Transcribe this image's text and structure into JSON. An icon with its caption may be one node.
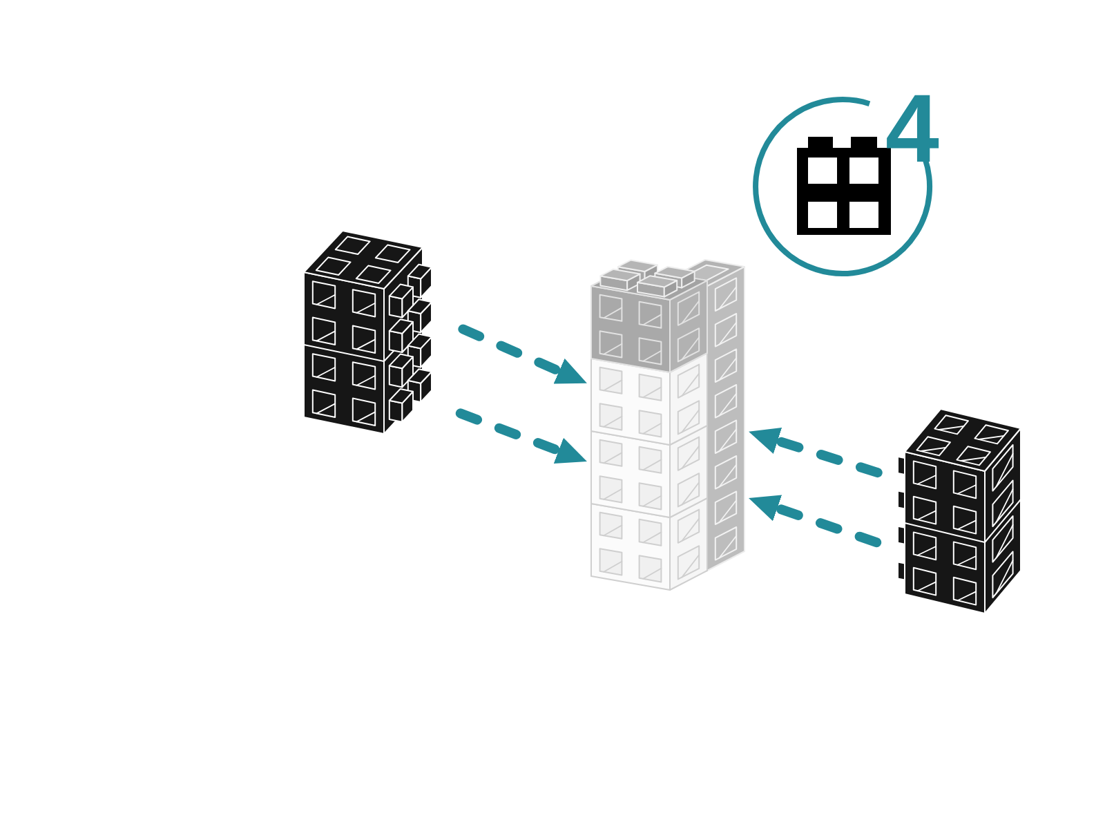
{
  "diagram": {
    "nodes": [
      {
        "text": [],
        "shape": "picture"
      },
      {
        "text": [],
        "shape": "picture"
      },
      {
        "text": [],
        "shape": "picture"
      }
    ],
    "edges": [
      {
        "from": 0,
        "to": 1,
        "arrow": "to",
        "style": "dashed"
      },
      {
        "from": 0,
        "to": 1,
        "arrow": "to",
        "style": "dashed"
      },
      {
        "from": 2,
        "to": 1,
        "arrow": "to",
        "style": "dashed"
      },
      {
        "from": 2,
        "to": 1,
        "arrow": "to",
        "style": "dashed"
      }
    ],
    "labels": [
      "4"
    ]
  }
}
